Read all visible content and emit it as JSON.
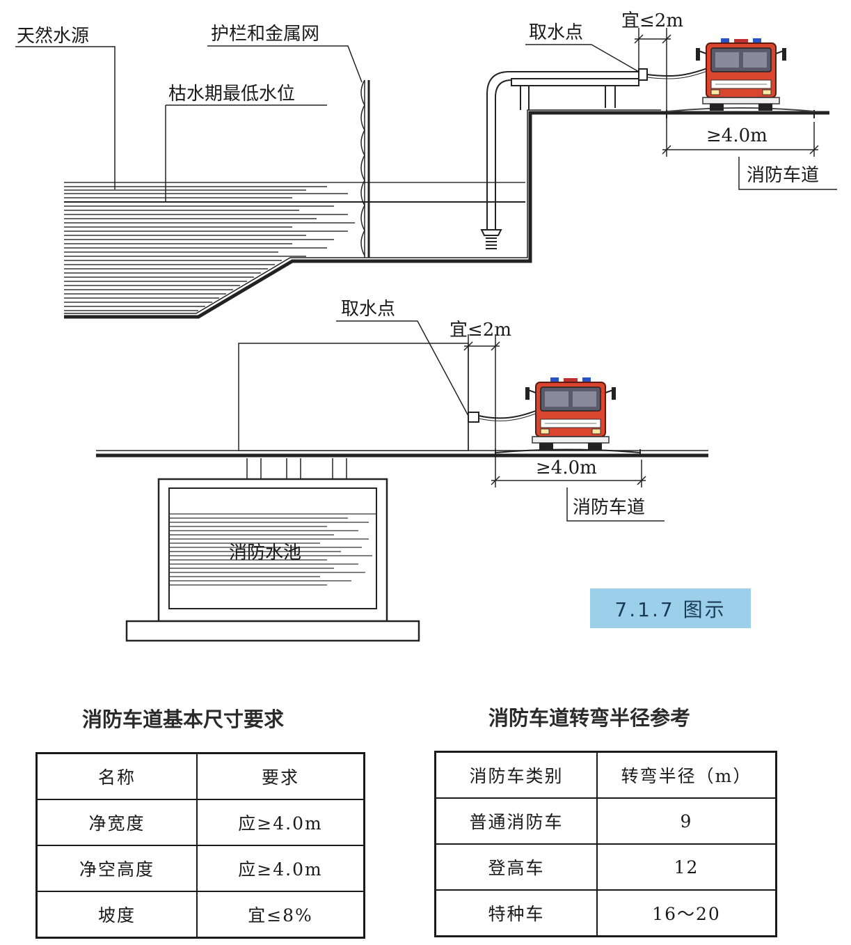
{
  "labels": {
    "natural_water": "天然水源",
    "fence": "护栏和金属网",
    "low_water": "枯水期最低水位",
    "intake_top": "取水点",
    "dist_top": "宜≤2m",
    "width_top": "≥4.0m",
    "road_top": "消防车道",
    "intake_bottom": "取水点",
    "dist_bottom": "宜≤2m",
    "width_bottom": "≥4.0m",
    "road_bottom": "消防车道",
    "pool": "消防水池"
  },
  "caption": "7.1.7 图示",
  "table1": {
    "title": "消防车道基本尺寸要求",
    "header": [
      "名称",
      "要求"
    ],
    "rows": [
      [
        "净宽度",
        "应≥4.0m"
      ],
      [
        "净空高度",
        "应≥4.0m"
      ],
      [
        "坡度",
        "宜≤8%"
      ]
    ]
  },
  "table2": {
    "title": "消防车道转弯半径参考",
    "header": [
      "消防车类别",
      "转弯半径（m）"
    ],
    "rows": [
      [
        "普通消防车",
        "9"
      ],
      [
        "登高车",
        "12"
      ],
      [
        "特种车",
        "16～20"
      ]
    ]
  },
  "colors": {
    "caption_bg": "#9cd0ea",
    "truck_body": "#d9452f",
    "truck_cab": "#e06040"
  }
}
